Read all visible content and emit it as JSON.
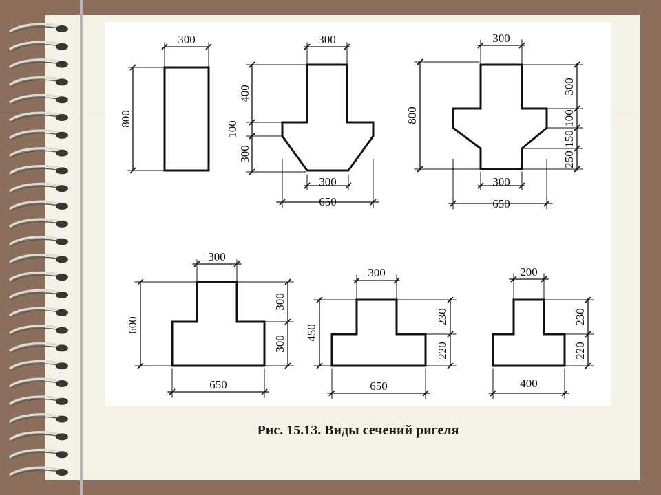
{
  "caption": "Рис. 15.13. Виды сечений ригеля",
  "colors": {
    "background": "#8c6e5c",
    "paper": "#f4f1e6",
    "line": "#111111"
  },
  "sections": [
    {
      "id": "rect",
      "dims": [
        "300",
        "800"
      ]
    },
    {
      "id": "inverted-tee-chamfered",
      "dims": [
        "300",
        "400",
        "100",
        "300",
        "300",
        "650"
      ]
    },
    {
      "id": "cross-chamfered",
      "dims": [
        "300",
        "800",
        "300",
        "100",
        "150",
        "250",
        "300",
        "650"
      ]
    },
    {
      "id": "tee-600",
      "dims": [
        "300",
        "600",
        "300",
        "300",
        "650"
      ]
    },
    {
      "id": "tee-450",
      "dims": [
        "300",
        "450",
        "230",
        "220",
        "650"
      ]
    },
    {
      "id": "tee-400",
      "dims": [
        "200",
        "230",
        "220",
        "400"
      ]
    }
  ]
}
